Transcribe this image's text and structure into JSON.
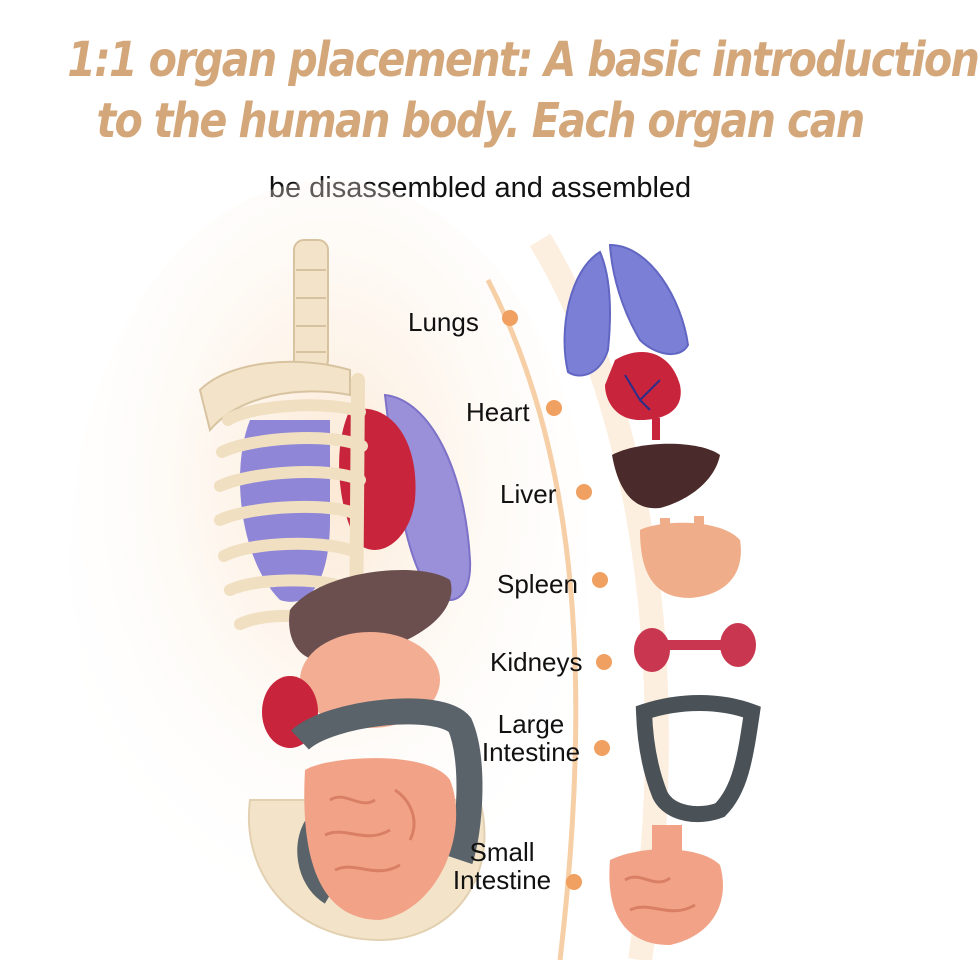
{
  "headline": {
    "line1": "1:1 organ placement: A basic introduction",
    "line2": "to the human body. Each organ can"
  },
  "subline": "be disassembled and assembled",
  "organs": [
    {
      "label": "Lungs"
    },
    {
      "label": "Heart"
    },
    {
      "label": "Liver"
    },
    {
      "label": "Spleen"
    },
    {
      "label": "Kidneys"
    },
    {
      "label_line1": "Large",
      "label_line2": "Intestine"
    },
    {
      "label_line1": "Small",
      "label_line2": "Intestine"
    }
  ],
  "colors": {
    "headline": "#d4a77a",
    "timeline_dot": "#f0a060",
    "timeline_line": "#f6cfa6",
    "lung": "#7b7fd6",
    "heart": "#c8243c",
    "liver": "#4a2a2a",
    "spleen": "#f0ad8a",
    "kidney": "#c8374f",
    "large_intestine": "#4a5258",
    "small_intestine": "#f2a387",
    "bone": "#f3e4c9"
  }
}
